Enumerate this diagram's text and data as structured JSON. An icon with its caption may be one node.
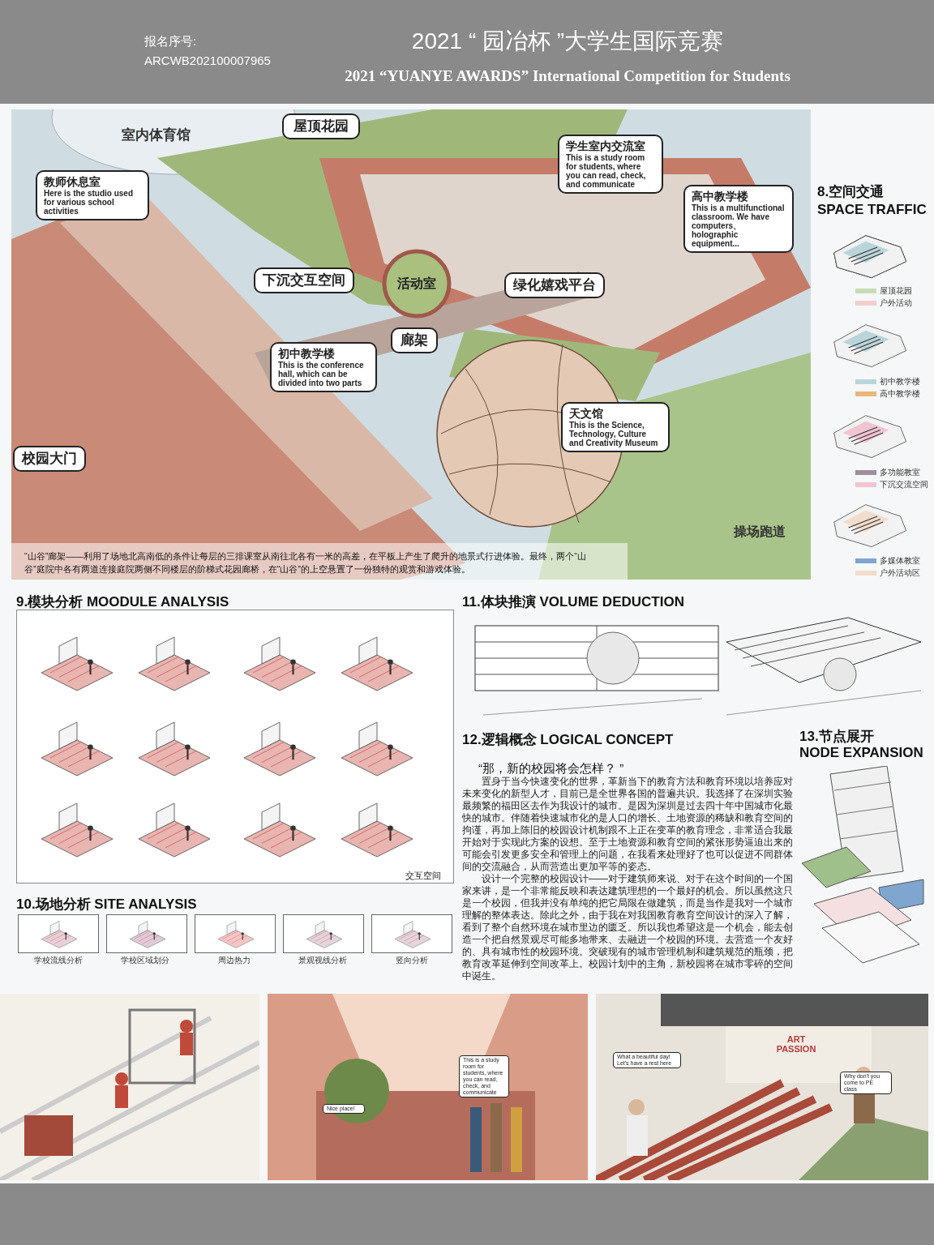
{
  "diagram": {
    "title": "2021 “ 园冶杯 ”大学生国际竞赛",
    "nodes": [
      {
        "text": [
          "屋顶花园"
        ]
      },
      {
        "text": [
          "教师休息室",
          "Here is the studio used for various school activities"
        ]
      },
      {
        "text": [
          "学生室内交流室",
          "This is a study room for students, where you can read, check, and communicate"
        ]
      },
      {
        "text": [
          "高中教学楼",
          "This is a multifunctional classroom. We have computers、holographic equipment..."
        ]
      },
      {
        "text": [
          "下沉交互空间"
        ]
      },
      {
        "text": [
          "绿化嬉戏平台"
        ]
      },
      {
        "text": [
          "廊架"
        ]
      },
      {
        "text": [
          "初中教学楼",
          "This is the conference hall, which can be divided into two parts"
        ]
      },
      {
        "text": [
          "天文馆",
          "This is the Science, Technology, Culture and Creativity Museum"
        ]
      },
      {
        "text": [
          "校园大门"
        ]
      },
      {
        "text": [
          "This is a study room for students, where you can read, check, and communicate"
        ]
      },
      {
        "text": [
          "Nice place!"
        ]
      },
      {
        "text": [
          "What a beautiful day! Let's have a rest here"
        ]
      },
      {
        "text": [
          "Why don't you come to PE class"
        ]
      }
    ],
    "labels": [
      "报名序号:",
      "ARCWB202100007965",
      "2021 “YUANYE AWARDS” International Competition for Students",
      "室内体育馆",
      "活动室",
      "8.空间交通",
      "SPACE TRAFFIC",
      "操场跑道",
      "“山谷”廊架——利用了场地北高南低的条件让每层的三排课室从南往北各有一米的高差，在平板上产生了爬升的地景式行进体验。最终，两个“山谷”庭院中各有两道连接庭院两侧不同楼层的阶梯式花园廊桥，在“山谷”的上空悬置了一份独特的观赏和游戏体验。",
      "9.模块分析 MOODULE ANALYSIS",
      "11.体块推演 VOLUME DEDUCTION",
      "12.逻辑概念 LOGICAL CONCEPT",
      "13.节点展开",
      "NODE EXPANSION",
      "“那，新的校园将会怎样？ ”",
      "置身于当今快速变化的世界，革新当下的教育方法和教育环境以培养应对未来变化的新型人才，目前已是全世界各国的普遍共识。我选择了在深圳实验最频繁的福田区去作为我设计的城市。是因为深圳是过去四十年中国城市化最快的城市。伴随着快速城市化的是人口的增长、土地资源的稀缺和教育空间的拘谨，再加上陈旧的校园设计机制跟不上正在变革的教育理念，非常适合我最开始对于实现此方案的设想。至于土地资源和教育空间的紧张形势逼迫出来的可能会引发更多安全和管理上的问题，在我看来处理好了也可以促进不同群体间的交流融合，从而营造出更加平等的姿态。",
      "设计一个完整的校园设计——对于建筑师来说、对于在这个时间的一个国家来讲，是一个非常能反映和表达建筑理想的一个最好的机会。所以虽然这只是一个校园，但我并没有单纯的把它局限在做建筑，而是当作是我对一个城市理解的整体表达。除此之外，由于我在对我国教育教育空间设计的深入了解，看到了整个自然环境在城市里边的匮乏。所以我也希望这是一个机会，能去创造一个把自然景观尽可能多地带来、去融进一个校园的环境。去营造一个友好的、具有城市性的校园环境。突破现有的城市管理机制和建筑规范的瓶颈，把教育改革延伸到空间改革上。校园计划中的主角，新校园将在城市零碎的空间中诞生。",
      "交互空间",
      "10.场地分析 SITE ANALYSIS",
      "学校流线分析",
      "学校区域划分",
      "周边热力",
      "景观视线分析",
      "竖向分析",
      "ART PASSION"
    ],
    "legend": [
      {
        "text": "屋顶花园",
        "color": "#c9dcb5"
      },
      {
        "text": "户外活动",
        "color": "#f2cfcf"
      },
      {
        "text": "初中教学楼",
        "color": "#b9d5da"
      },
      {
        "text": "高中教学楼",
        "color": "#e8b87a"
      },
      {
        "text": "多功能教室",
        "color": "#9e8e9a"
      },
      {
        "text": "下沉交流空间",
        "color": "#f0c4d0"
      },
      {
        "text": "多媒体教室",
        "color": "#7fa6cf"
      },
      {
        "text": "户外活动区",
        "color": "#f2dccb"
      }
    ]
  }
}
